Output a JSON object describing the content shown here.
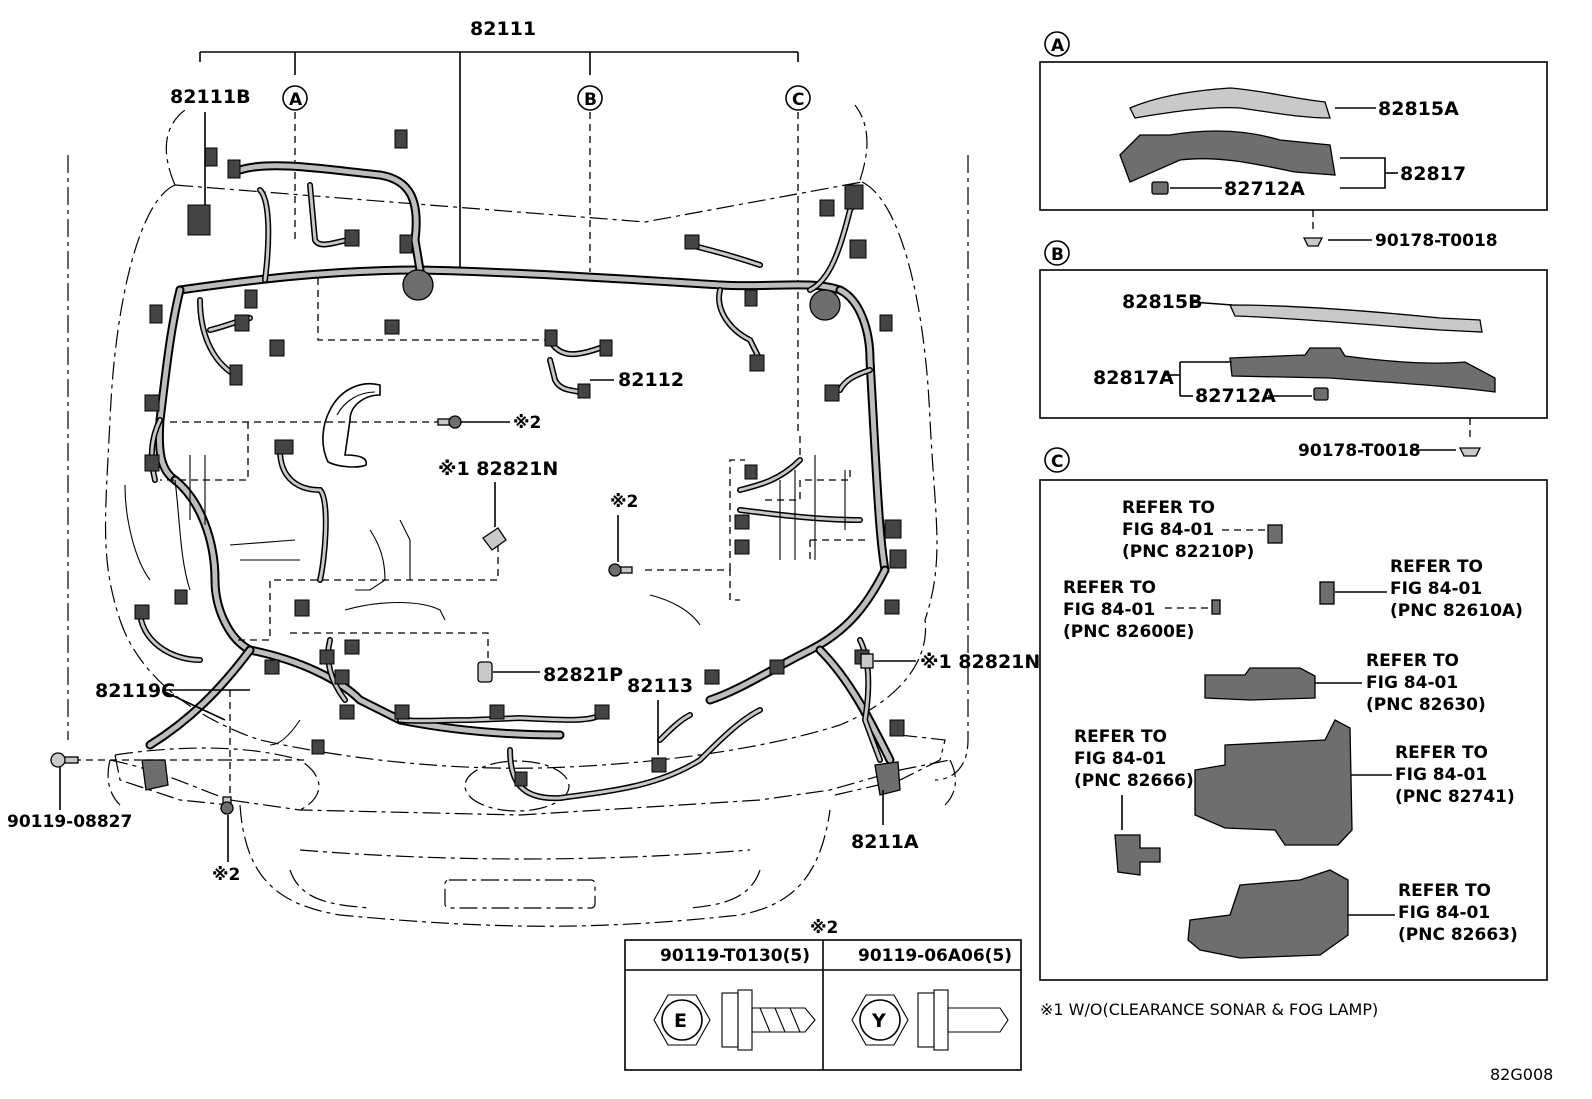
{
  "labels": {
    "main_harness": "82111",
    "harness_b": "82111B",
    "harness_82112": "82112",
    "clip_82821n_center": "※1 82821N",
    "clip_82821n_right": "※1 82821N",
    "clip_82821p": "82821P",
    "harness_82113": "82113",
    "harness_82119c": "82119C",
    "harness_8211a": "8211A",
    "bolt_90119": "90119-08827",
    "mark2_a": "※2",
    "mark2_b": "※2",
    "mark2_c": "※2",
    "callout_a": "A",
    "callout_b": "B",
    "callout_c": "C"
  },
  "panel_a": {
    "tag": "A",
    "p1": "82815A",
    "p2": "82817",
    "p3": "82712A",
    "p4": "90178-T0018"
  },
  "panel_b": {
    "tag": "B",
    "p1": "82815B",
    "p2": "82817A",
    "p3": "82712A",
    "p4": "90178-T0018"
  },
  "panel_c": {
    "tag": "C",
    "refs": [
      {
        "l1": "REFER TO",
        "l2": "FIG 84-01",
        "l3": "(PNC 82210P)"
      },
      {
        "l1": "REFER TO",
        "l2": "FIG 84-01",
        "l3": "(PNC 82600E)"
      },
      {
        "l1": "REFER TO",
        "l2": "FIG 84-01",
        "l3": "(PNC 82610A)"
      },
      {
        "l1": "REFER TO",
        "l2": "FIG 84-01",
        "l3": "(PNC 82630)"
      },
      {
        "l1": "REFER TO",
        "l2": "FIG 84-01",
        "l3": "(PNC 82666)"
      },
      {
        "l1": "REFER TO",
        "l2": "FIG 84-01",
        "l3": "(PNC 82741)"
      },
      {
        "l1": "REFER TO",
        "l2": "FIG 84-01",
        "l3": "(PNC 82663)"
      }
    ]
  },
  "bolt_table": {
    "mark": "※2",
    "col1": "90119-T0130(5)",
    "col2": "90119-06A06(5)",
    "head1": "E",
    "head2": "Y"
  },
  "footnote": "※1 W/O(CLEARANCE SONAR & FOG LAMP)",
  "figure_code": "82G008"
}
